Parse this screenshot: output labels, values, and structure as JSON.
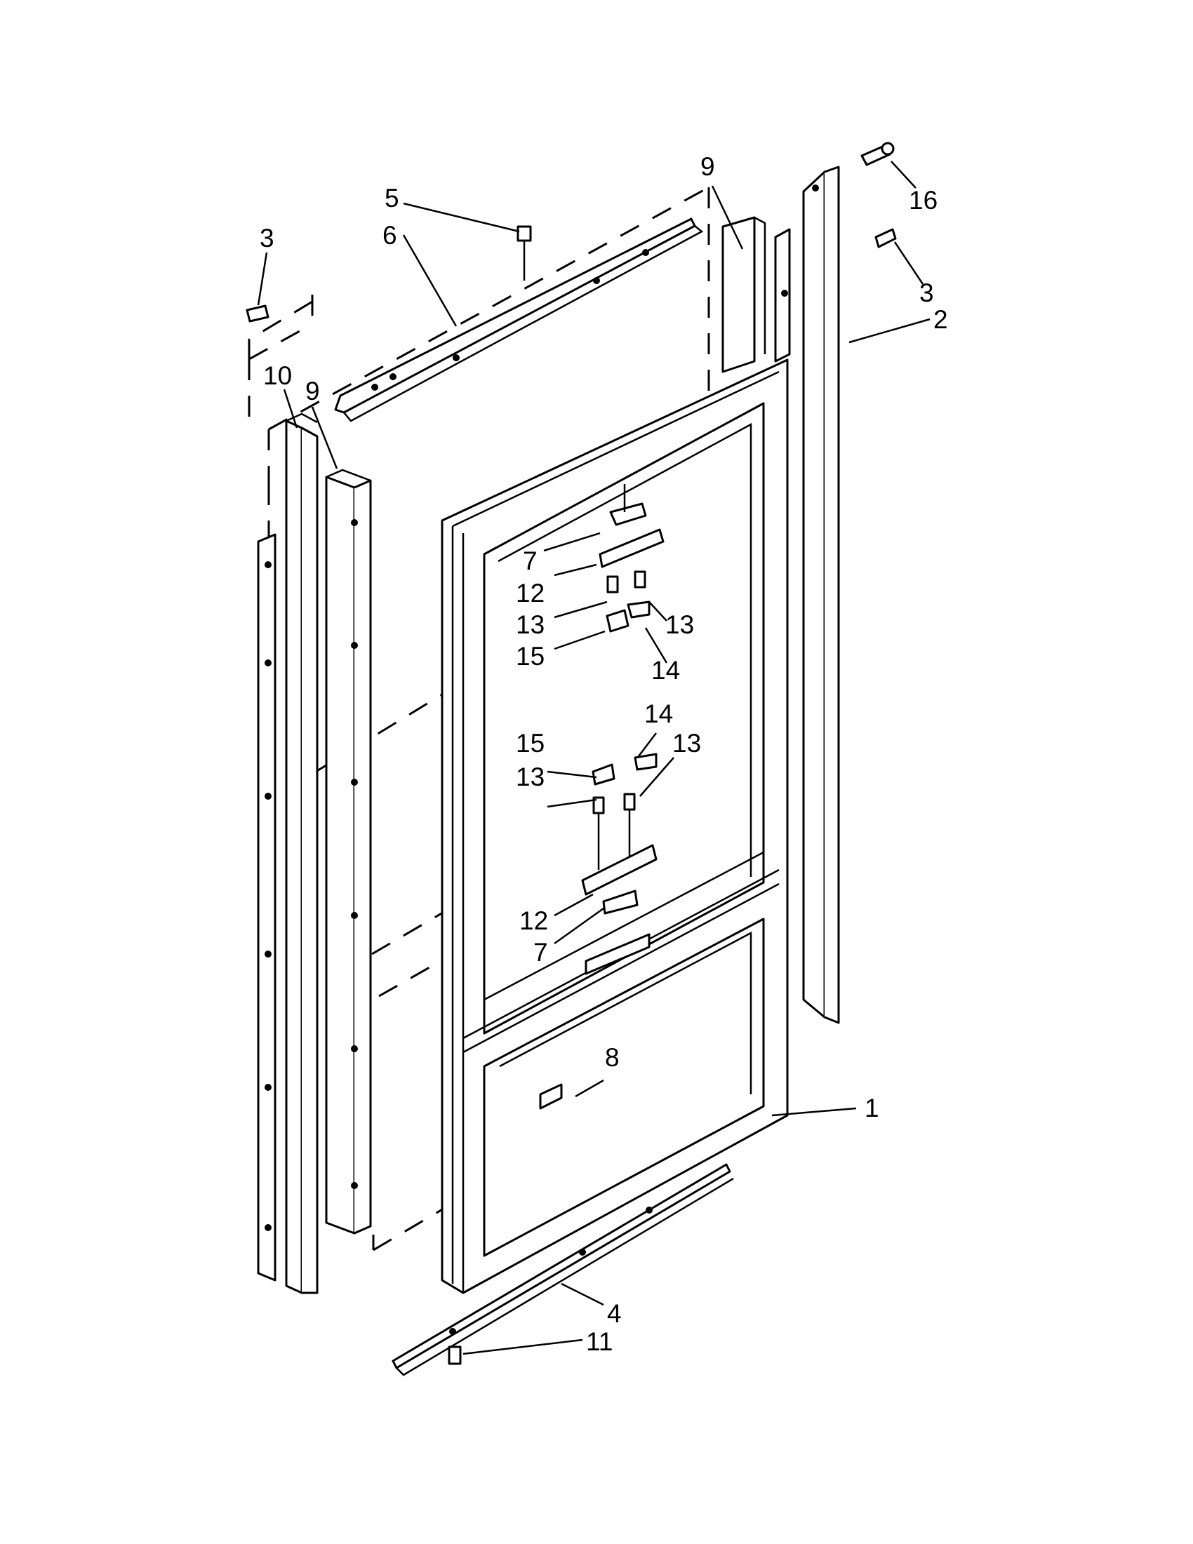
{
  "diagram": {
    "callouts": [
      {
        "id": "c5",
        "text": "5"
      },
      {
        "id": "c6",
        "text": "6"
      },
      {
        "id": "c3a",
        "text": "3"
      },
      {
        "id": "c9a",
        "text": "9"
      },
      {
        "id": "c16",
        "text": "16"
      },
      {
        "id": "c3b",
        "text": "3"
      },
      {
        "id": "c2",
        "text": "2"
      },
      {
        "id": "c10",
        "text": "10"
      },
      {
        "id": "c9b",
        "text": "9"
      },
      {
        "id": "c7a",
        "text": "7"
      },
      {
        "id": "c12a",
        "text": "12"
      },
      {
        "id": "c13a",
        "text": "13"
      },
      {
        "id": "c13b",
        "text": "13"
      },
      {
        "id": "c15a",
        "text": "15"
      },
      {
        "id": "c14a",
        "text": "14"
      },
      {
        "id": "c14b",
        "text": "14"
      },
      {
        "id": "c15b",
        "text": "15"
      },
      {
        "id": "c13c",
        "text": "13"
      },
      {
        "id": "c13d",
        "text": "13"
      },
      {
        "id": "c12b",
        "text": "12"
      },
      {
        "id": "c7b",
        "text": "7"
      },
      {
        "id": "c8",
        "text": "8"
      },
      {
        "id": "c1",
        "text": "1"
      },
      {
        "id": "c4",
        "text": "4"
      },
      {
        "id": "c11",
        "text": "11"
      }
    ]
  }
}
